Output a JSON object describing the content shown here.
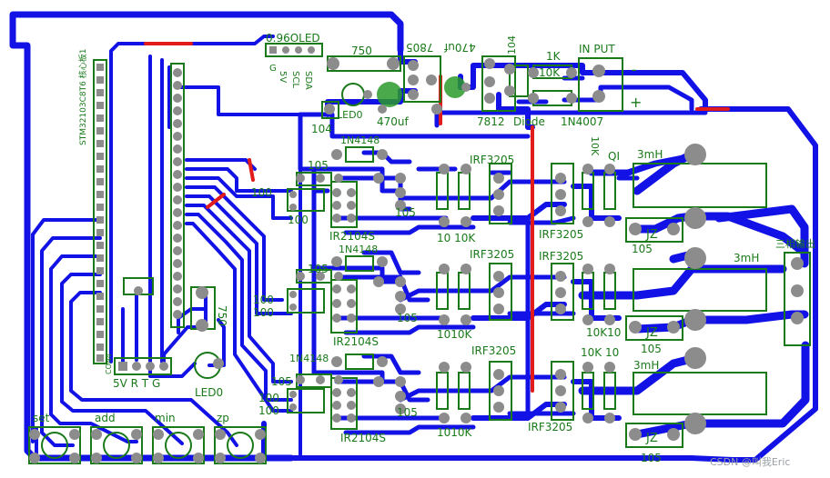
{
  "colors": {
    "trace": "#1212e6",
    "jumper": "#e21b1b",
    "silkscreen": "#1a7a1a",
    "pad": "#8c8c8c",
    "background": "#ffffff"
  },
  "labels": {
    "oled": "0.96OLED",
    "oled_pins": [
      "G",
      "5V",
      "SCL",
      "SDA"
    ],
    "mcu": "STM32103C8T6 核心板1",
    "r_750_top": "750",
    "reg_7805": "7805",
    "cap_470uf_a": "470uf",
    "cap_470uf_b": "470uf",
    "cap_104_top": "104",
    "reg_7812": "7812",
    "r_10k_top": "10K",
    "r_1k": "1K",
    "diode_label": "Diode",
    "diode_part": "1N4007",
    "input": "IN PUT",
    "minus": "-",
    "plus": "+",
    "led_top": "LED0",
    "cap_104_left": "104",
    "d1": "1N4148",
    "d2": "1N4148",
    "d3": "1N4148",
    "c105": [
      "105",
      "105",
      "105",
      "105",
      "105",
      "105"
    ],
    "r100": [
      "100",
      "100",
      "100",
      "100",
      "100",
      "100"
    ],
    "driver1": "IR2104S",
    "driver2": "IR2104S",
    "driver3": "IR2104S",
    "mos": [
      "IRF3205",
      "IRF3205",
      "IRF3205",
      "IRF3205",
      "IRF3205",
      "IRF3205"
    ],
    "r10_10k": [
      "10 10K",
      "1010K",
      "1010K"
    ],
    "r10k10": [
      "10K",
      "10K10",
      "10K 10"
    ],
    "ql": "QI",
    "ind1": "3mH",
    "ind2": "3mH",
    "ind3": "3mH",
    "jz": [
      "JZ",
      "JZ",
      "JZ"
    ],
    "jz_cap": [
      "105",
      "105",
      "105"
    ],
    "three_phase": "三相输出",
    "con4": "CON4",
    "con4_pins": "5V R T G",
    "r_750_mid": "750",
    "led_mid": "LED0",
    "buttons": [
      "set",
      "add",
      "min",
      "zp"
    ],
    "watermark": "CSDN @叫我Eric"
  }
}
